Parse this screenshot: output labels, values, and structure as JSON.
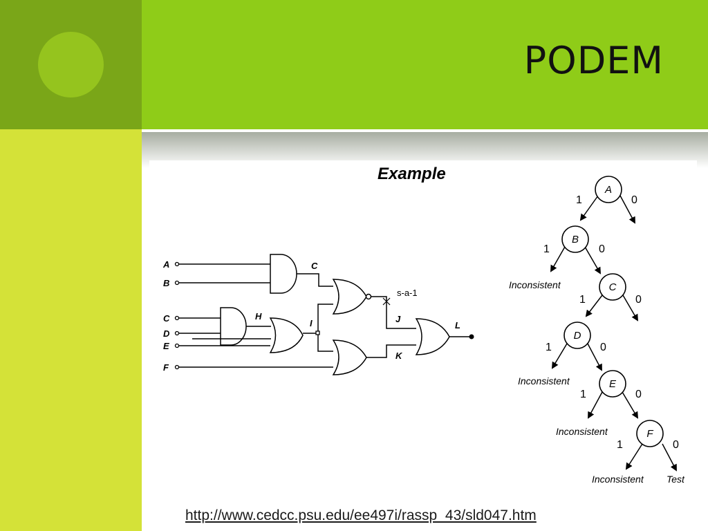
{
  "slide": {
    "title": "PODEM",
    "source_url": "http://www.cedcc.psu.edu/ee497i/rassp_43/sld047.htm"
  },
  "figure": {
    "heading": "Example",
    "circuit": {
      "inputs": [
        "A",
        "B",
        "C",
        "D",
        "E",
        "F"
      ],
      "net_labels": [
        "C",
        "H",
        "I",
        "J",
        "K",
        "L"
      ],
      "fault_label": "s-a-1"
    },
    "decision_tree": {
      "nodes": [
        "A",
        "B",
        "C",
        "D",
        "E",
        "F"
      ],
      "branch_labels": {
        "one": "1",
        "zero": "0"
      },
      "inconsistent": "Inconsistent",
      "test": "Test"
    }
  },
  "colors": {
    "sidebar_dark": "#7aa618",
    "sidebar_light": "#d4e238",
    "header_green": "#8fcc18",
    "circle": "#95c41e"
  }
}
